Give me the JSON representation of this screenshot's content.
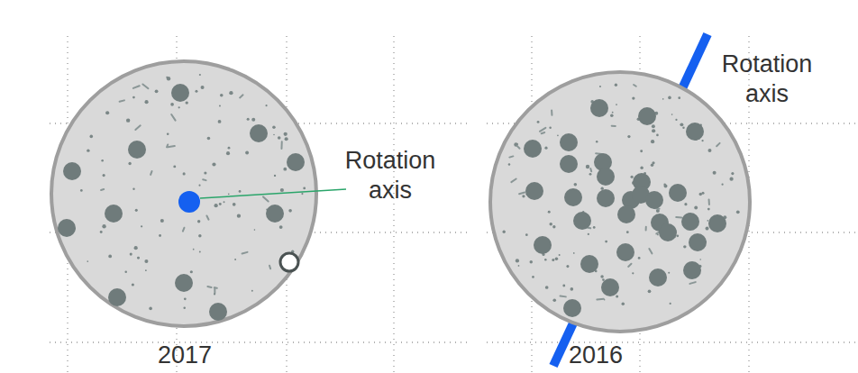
{
  "diagram": {
    "labels": [
      "Rotation axis",
      "2017",
      "Rotation axis",
      "2016"
    ]
  }
}
